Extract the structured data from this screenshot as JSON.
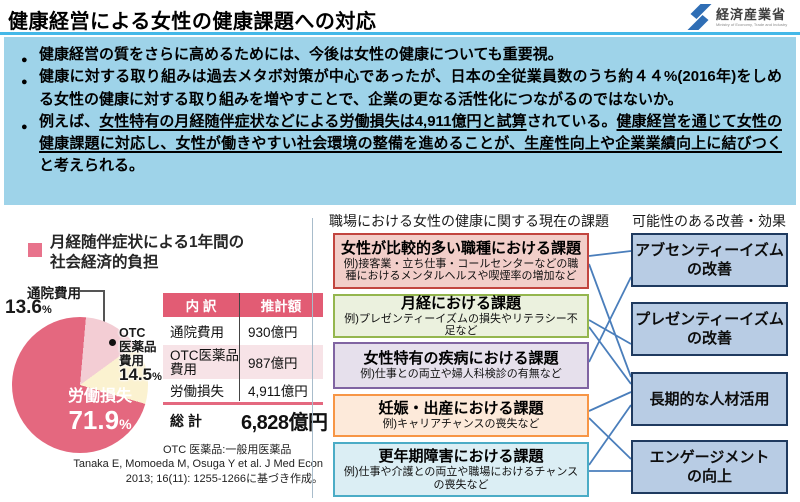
{
  "header": {
    "title": "健康経営による女性の健康課題への対応",
    "logo": {
      "agency": "経済産業省",
      "agency_en": "Ministry of Economy, Trade and Industry"
    }
  },
  "colors": {
    "accent_cyan": "#44B8E8",
    "summary_bg": "#9ED3E9",
    "table_header_bg": "#E25C74",
    "table_alt_row_bg": "#F7E3E7",
    "table_total_rule": "#E4687F",
    "pie_labor_loss": "#E4687F",
    "pie_outpatient": "#F3CDD4",
    "pie_otc": "#FBF2D0",
    "legend_square": "#E8738C",
    "connector_line": "#4A7EBB",
    "logo_blue": "#2F6EB5"
  },
  "summary_box": {
    "bullet_glyph": "●",
    "bullet1": "健康経営の質をさらに高めるためには、今後は女性の健康についても重要視。",
    "bullet2": "健康に対する取り組みは過去メタボ対策が中心であったが、日本の全従業員数のうち約４４%(2016年)をしめる女性の健康に対する取り組みを増やすことで、企業の更なる活性化につながるのではないか。",
    "bullet3": {
      "seg1": "例えば、",
      "seg2_underlined": "女性特有の月経随伴症状などによる労働損失は4,911億円と試算",
      "seg3": "されている。",
      "seg4_underlined": "健康経営を通じて女性の健康課題に対応し、女性が働きやすい社会環境の整備を進めることが、生産性向上や企業業績向上に結びつく",
      "seg5": "と考えられる。"
    }
  },
  "chart_data": {
    "type": "pie",
    "title": "月経随伴症状による1年間の社会経済的負担",
    "title_line1": "月経随伴症状による1年間の",
    "title_line2": "社会経済的負担",
    "labels": [
      "通院費用",
      "OTC医薬品費用",
      "労働損失"
    ],
    "values": [
      13.6,
      14.5,
      71.9
    ],
    "unit": "%",
    "colors": [
      "#F3CDD4",
      "#FBF2D0",
      "#E4687F"
    ],
    "start_angle_deg": 5,
    "pie_labels": {
      "outpatient": {
        "name": "通院費用",
        "value": "13.6",
        "unit": "%"
      },
      "otc": {
        "name_line1": "OTC",
        "name_line2": "医薬品",
        "name_line3": "費用",
        "value": "14.5",
        "unit": "%"
      },
      "labor_loss": {
        "name": "労働損失",
        "value": "71.9",
        "unit": "%"
      }
    },
    "table": {
      "headers": [
        "内 訳",
        "推計額"
      ],
      "rows": [
        [
          "通院費用",
          "930億円"
        ],
        [
          "OTC医薬品費用",
          "987億円"
        ],
        [
          "労働損失",
          "4,911億円"
        ]
      ],
      "total_label": "総 計",
      "total_value": "6,828億円"
    },
    "note": "OTC 医薬品:一般用医薬品",
    "source_line1": "Tanaka E, Momoeda M, Osuga Y et al. J Med Econ",
    "source_line2": "2013; 16(11): 1255-1266に基づき作成。"
  },
  "middle_panel": {
    "header": "職場における女性の健康に関する現在の課題",
    "boxes": [
      {
        "title": "女性が比較的多い職種における課題",
        "example": "例)接客業・立ち仕事・コールセンターなどの職種におけるメンタルヘルスや喫煙率の増加など"
      },
      {
        "title": "月経における課題",
        "example": "例)プレゼンティーイズムの損失やリテラシー不足など"
      },
      {
        "title": "女性特有の疾病における課題",
        "example": "例)仕事との両立や婦人科検診の有無など"
      },
      {
        "title": "妊娠・出産における課題",
        "example": "例)キャリアチャンスの喪失など"
      },
      {
        "title": "更年期障害における課題",
        "example": "例)仕事や介護との両立や職場におけるチャンスの喪失など"
      }
    ]
  },
  "right_panel": {
    "header": "可能性のある改善・効果",
    "boxes": [
      {
        "line1": "アブセンティーイズム",
        "line2": "の改善"
      },
      {
        "line1": "プレゼンティーイズム",
        "line2": "の改善"
      },
      {
        "line1": "長期的な人材活用",
        "line2": ""
      },
      {
        "line1": "エンゲージメント",
        "line2": "の向上"
      }
    ]
  },
  "connections": [
    {
      "from": 0,
      "to": 0
    },
    {
      "from": 0,
      "to": 2
    },
    {
      "from": 1,
      "to": 1
    },
    {
      "from": 1,
      "to": 2
    },
    {
      "from": 2,
      "to": 0
    },
    {
      "from": 3,
      "to": 2
    },
    {
      "from": 3,
      "to": 3
    },
    {
      "from": 4,
      "to": 2
    },
    {
      "from": 4,
      "to": 3
    }
  ]
}
